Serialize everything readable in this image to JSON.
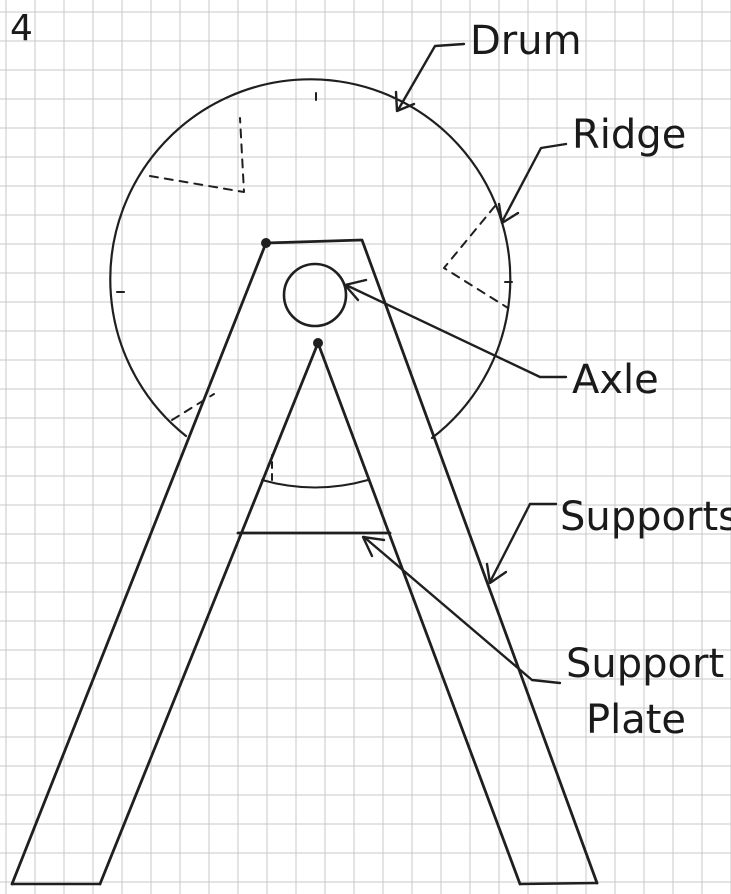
{
  "page_number": "4",
  "labels": {
    "drum": "Drum",
    "ridge": "Ridge",
    "axle": "Axle",
    "supports": "Supports",
    "support_plate_line1": "Support",
    "support_plate_line2": "Plate"
  },
  "colors": {
    "paper": "#ffffff",
    "grid": "#c9c9c9",
    "ink": "#1f1f1f"
  }
}
